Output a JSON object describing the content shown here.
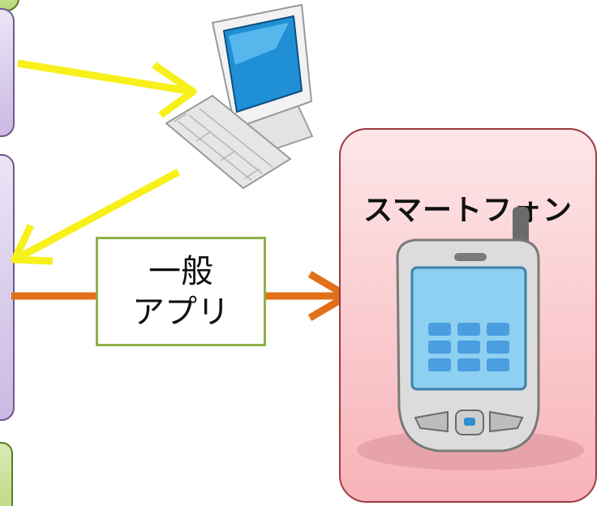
{
  "phone_panel": {
    "title": "スマートフォン"
  },
  "app_label": {
    "line1": "一般",
    "line2": "アプリ"
  },
  "colors": {
    "arrow_yellow": "#f7f01a",
    "arrow_orange": "#e0701a",
    "panel_pink": "#f7b3b8",
    "panel_purple": "#cbb9e4",
    "panel_green": "#b9d77a"
  },
  "icons": {
    "computer": "desktop-computer-icon",
    "phone": "smartphone-icon"
  }
}
